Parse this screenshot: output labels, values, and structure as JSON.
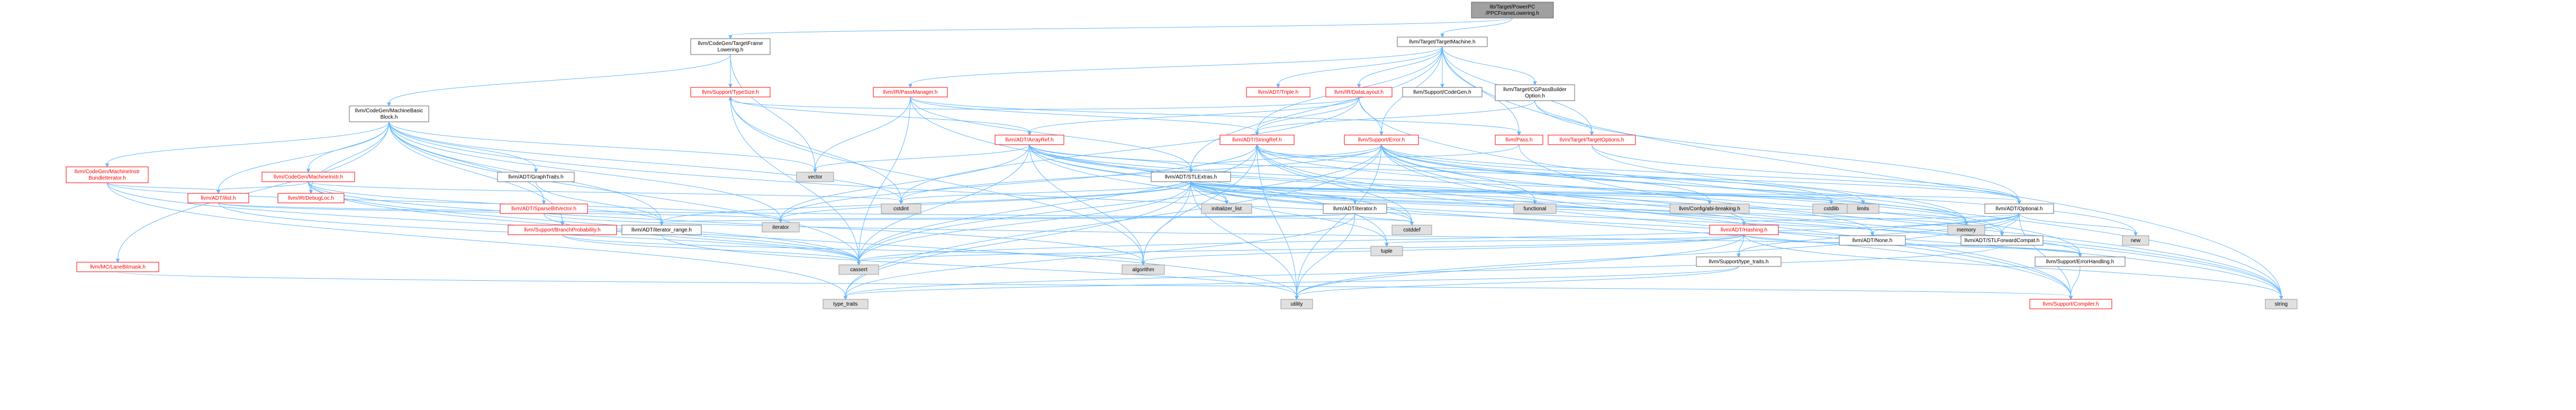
{
  "colors": {
    "edge": "#63b8ff",
    "root_fill": "#a0a0a0",
    "root_border": "#666666",
    "doc_fill": "#ffffff",
    "doc_border": "#666666",
    "doc_text": "#000000",
    "undoc_border": "#ff0000",
    "undoc_text": "#ff0000",
    "system_fill": "#e0e0e0",
    "system_border": "#999999"
  },
  "nodes": [
    {
      "id": "root",
      "lines": [
        "lib/Target/PowerPC",
        "/PPCFrameLowering.h"
      ],
      "kind": "root"
    },
    {
      "id": "tfl",
      "lines": [
        "llvm/CodeGen/TargetFrame",
        "Lowering.h"
      ],
      "kind": "doc"
    },
    {
      "id": "tm",
      "lines": [
        "llvm/Target/TargetMachine.h"
      ],
      "kind": "doc"
    },
    {
      "id": "mbb",
      "lines": [
        "llvm/CodeGen/MachineBasic",
        "Block.h"
      ],
      "kind": "doc"
    },
    {
      "id": "typesize",
      "lines": [
        "llvm/Support/TypeSize.h"
      ],
      "kind": "undoc"
    },
    {
      "id": "passmgr",
      "lines": [
        "llvm/IR/PassManager.h"
      ],
      "kind": "undoc"
    },
    {
      "id": "triple",
      "lines": [
        "llvm/ADT/Triple.h"
      ],
      "kind": "undoc"
    },
    {
      "id": "datalayout",
      "lines": [
        "llvm/IR/DataLayout.h"
      ],
      "kind": "undoc"
    },
    {
      "id": "supcodegen",
      "lines": [
        "llvm/Support/CodeGen.h"
      ],
      "kind": "doc"
    },
    {
      "id": "cgpass",
      "lines": [
        "llvm/Target/CGPassBuilder",
        "Option.h"
      ],
      "kind": "doc"
    },
    {
      "id": "arrayref",
      "lines": [
        "llvm/ADT/ArrayRef.h"
      ],
      "kind": "undoc"
    },
    {
      "id": "error",
      "lines": [
        "llvm/Support/Error.h"
      ],
      "kind": "undoc"
    },
    {
      "id": "stringref",
      "lines": [
        "llvm/ADT/StringRef.h"
      ],
      "kind": "undoc"
    },
    {
      "id": "pass",
      "lines": [
        "llvm/Pass.h"
      ],
      "kind": "undoc"
    },
    {
      "id": "targetopts",
      "lines": [
        "llvm/Target/TargetOptions.h"
      ],
      "kind": "undoc"
    },
    {
      "id": "mibundle",
      "lines": [
        "llvm/CodeGen/MachineInstr",
        "BundleIterator.h"
      ],
      "kind": "undoc"
    },
    {
      "id": "machineinstr",
      "lines": [
        "llvm/CodeGen/MachineInstr.h"
      ],
      "kind": "undoc"
    },
    {
      "id": "graphtraits",
      "lines": [
        "llvm/ADT/GraphTraits.h"
      ],
      "kind": "doc"
    },
    {
      "id": "adtilist",
      "lines": [
        "llvm/ADT/ilist.h"
      ],
      "kind": "undoc"
    },
    {
      "id": "debugloc",
      "lines": [
        "llvm/IR/DebugLoc.h"
      ],
      "kind": "undoc"
    },
    {
      "id": "sparsebv",
      "lines": [
        "llvm/ADT/SparseBitVector.h"
      ],
      "kind": "undoc"
    },
    {
      "id": "branchprob",
      "lines": [
        "llvm/Support/BranchProbability.h"
      ],
      "kind": "undoc"
    },
    {
      "id": "lanebitmask",
      "lines": [
        "llvm/MC/LaneBitmask.h"
      ],
      "kind": "undoc"
    },
    {
      "id": "vector",
      "lines": [
        "vector"
      ],
      "kind": "system"
    },
    {
      "id": "stlextras",
      "lines": [
        "llvm/ADT/STLExtras.h"
      ],
      "kind": "doc"
    },
    {
      "id": "itrange",
      "lines": [
        "llvm/ADT/iterator_range.h"
      ],
      "kind": "doc"
    },
    {
      "id": "adtiterator",
      "lines": [
        "llvm/ADT/iterator.h"
      ],
      "kind": "doc"
    },
    {
      "id": "optional",
      "lines": [
        "llvm/ADT/Optional.h"
      ],
      "kind": "doc"
    },
    {
      "id": "hashing",
      "lines": [
        "llvm/ADT/Hashing.h"
      ],
      "kind": "undoc"
    },
    {
      "id": "none",
      "lines": [
        "llvm/ADT/None.h"
      ],
      "kind": "doc"
    },
    {
      "id": "stlfwd",
      "lines": [
        "llvm/ADT/STLForwardCompat.h"
      ],
      "kind": "doc"
    },
    {
      "id": "typetraits",
      "lines": [
        "llvm/Support/type_traits.h"
      ],
      "kind": "doc"
    },
    {
      "id": "errhandling",
      "lines": [
        "llvm/Support/ErrorHandling.h"
      ],
      "kind": "doc"
    },
    {
      "id": "compiler",
      "lines": [
        "llvm/Support/Compiler.h"
      ],
      "kind": "undoc"
    },
    {
      "id": "abibreak",
      "lines": [
        "llvm/Config/abi-breaking.h"
      ],
      "kind": "system"
    },
    {
      "id": "initlist",
      "lines": [
        "initializer_list"
      ],
      "kind": "system"
    },
    {
      "id": "functional",
      "lines": [
        "functional"
      ],
      "kind": "system"
    },
    {
      "id": "cstdint",
      "lines": [
        "cstdint"
      ],
      "kind": "system"
    },
    {
      "id": "cstddef",
      "lines": [
        "cstddef"
      ],
      "kind": "system"
    },
    {
      "id": "cstdlib",
      "lines": [
        "cstdlib"
      ],
      "kind": "system"
    },
    {
      "id": "limits",
      "lines": [
        "limits"
      ],
      "kind": "system"
    },
    {
      "id": "iterator",
      "lines": [
        "iterator"
      ],
      "kind": "system"
    },
    {
      "id": "memory",
      "lines": [
        "memory"
      ],
      "kind": "system"
    },
    {
      "id": "newh",
      "lines": [
        "new"
      ],
      "kind": "system"
    },
    {
      "id": "tuple",
      "lines": [
        "tuple"
      ],
      "kind": "system"
    },
    {
      "id": "cassert",
      "lines": [
        "cassert"
      ],
      "kind": "system"
    },
    {
      "id": "algorithm",
      "lines": [
        "algorithm"
      ],
      "kind": "system"
    },
    {
      "id": "typetraitsstd",
      "lines": [
        "type_traits"
      ],
      "kind": "system"
    },
    {
      "id": "utility",
      "lines": [
        "utility"
      ],
      "kind": "system"
    },
    {
      "id": "string",
      "lines": [
        "string"
      ],
      "kind": "system"
    }
  ],
  "edges": [
    [
      "root",
      "tfl"
    ],
    [
      "root",
      "tm"
    ],
    [
      "tfl",
      "mbb"
    ],
    [
      "tfl",
      "typesize"
    ],
    [
      "tfl",
      "vector"
    ],
    [
      "tm",
      "triple"
    ],
    [
      "tm",
      "datalayout"
    ],
    [
      "tm",
      "supcodegen"
    ],
    [
      "tm",
      "cgpass"
    ],
    [
      "tm",
      "passmgr"
    ],
    [
      "tm",
      "pass"
    ],
    [
      "tm",
      "error"
    ],
    [
      "tm",
      "targetopts"
    ],
    [
      "tm",
      "stringref"
    ],
    [
      "tm",
      "stlextras"
    ],
    [
      "tm",
      "string"
    ],
    [
      "mbb",
      "mibundle"
    ],
    [
      "mbb",
      "machineinstr"
    ],
    [
      "mbb",
      "graphtraits"
    ],
    [
      "mbb",
      "adtilist"
    ],
    [
      "mbb",
      "debugloc"
    ],
    [
      "mbb",
      "sparsebv"
    ],
    [
      "mbb",
      "branchprob"
    ],
    [
      "mbb",
      "lanebitmask"
    ],
    [
      "mbb",
      "itrange"
    ],
    [
      "mbb",
      "vector"
    ],
    [
      "mbb",
      "cstdint"
    ],
    [
      "mbb",
      "iterator"
    ],
    [
      "mbb",
      "cassert"
    ],
    [
      "mbb",
      "string"
    ],
    [
      "typesize",
      "arrayref"
    ],
    [
      "typesize",
      "cstdint"
    ],
    [
      "typesize",
      "cassert"
    ],
    [
      "typesize",
      "algorithm"
    ],
    [
      "passmgr",
      "stlextras"
    ],
    [
      "passmgr",
      "stringref"
    ],
    [
      "passmgr",
      "pass"
    ],
    [
      "passmgr",
      "vector"
    ],
    [
      "passmgr",
      "cassert"
    ],
    [
      "passmgr",
      "tuple"
    ],
    [
      "passmgr",
      "type_traits"
    ],
    [
      "datalayout",
      "arrayref"
    ],
    [
      "datalayout",
      "stringref"
    ],
    [
      "datalayout",
      "typesize"
    ],
    [
      "datalayout",
      "cstdint"
    ],
    [
      "datalayout",
      "error"
    ],
    [
      "datalayout",
      "string"
    ],
    [
      "cgpass",
      "optional"
    ],
    [
      "cgpass",
      "targetopts"
    ],
    [
      "cgpass",
      "stringref"
    ],
    [
      "arrayref",
      "vector"
    ],
    [
      "arrayref",
      "stlextras"
    ],
    [
      "arrayref",
      "hashing"
    ],
    [
      "arrayref",
      "none"
    ],
    [
      "arrayref",
      "optional"
    ],
    [
      "arrayref",
      "compiler"
    ],
    [
      "arrayref",
      "algorithm"
    ],
    [
      "arrayref",
      "array"
    ],
    [
      "arrayref",
      "cassert"
    ],
    [
      "arrayref",
      "cstddef"
    ],
    [
      "arrayref",
      "initlist"
    ],
    [
      "arrayref",
      "iterator"
    ],
    [
      "arrayref",
      "memory"
    ],
    [
      "error",
      "stlextras"
    ],
    [
      "error",
      "abibreak"
    ],
    [
      "error",
      "stringref"
    ],
    [
      "error",
      "compiler"
    ],
    [
      "error",
      "errhandling"
    ],
    [
      "error",
      "typetraitsstd"
    ],
    [
      "error",
      "cassert"
    ],
    [
      "error",
      "cstdint"
    ],
    [
      "error",
      "cstdlib"
    ],
    [
      "error",
      "functional"
    ],
    [
      "error",
      "memory"
    ],
    [
      "error",
      "newh"
    ],
    [
      "error",
      "optional"
    ],
    [
      "error",
      "string"
    ],
    [
      "error",
      "utility"
    ],
    [
      "stringref",
      "stlfwd"
    ],
    [
      "stringref",
      "iterator"
    ],
    [
      "stringref",
      "limits"
    ],
    [
      "stringref",
      "compiler"
    ],
    [
      "stringref",
      "string"
    ],
    [
      "stringref",
      "utility"
    ],
    [
      "stringref",
      "algorithm"
    ],
    [
      "stringref",
      "cstddef"
    ],
    [
      "stringref",
      "cassert"
    ],
    [
      "pass",
      "stringref"
    ],
    [
      "pass",
      "string"
    ],
    [
      "targetopts",
      "optional"
    ],
    [
      "targetopts",
      "memory"
    ],
    [
      "mibundle",
      "adtilist"
    ],
    [
      "mibundle",
      "cassert"
    ],
    [
      "mibundle",
      "iterator"
    ],
    [
      "mibundle",
      "typetraitsstd"
    ],
    [
      "machineinstr",
      "adtilist"
    ],
    [
      "machineinstr",
      "debugloc"
    ],
    [
      "machineinstr",
      "itrange"
    ],
    [
      "machineinstr",
      "algorithm"
    ],
    [
      "machineinstr",
      "cassert"
    ],
    [
      "machineinstr",
      "cstdint"
    ],
    [
      "machineinstr",
      "utility"
    ],
    [
      "graphtraits",
      "itrange"
    ],
    [
      "adtilist",
      "iterator"
    ],
    [
      "adtilist",
      "cassert"
    ],
    [
      "adtilist",
      "cstddef"
    ],
    [
      "sparsebv",
      "errhandling"
    ],
    [
      "sparsebv",
      "cassert"
    ],
    [
      "branchprob",
      "algorithm"
    ],
    [
      "branchprob",
      "cassert"
    ],
    [
      "lanebitmask",
      "compiler"
    ],
    [
      "stlextras",
      "abibreak"
    ],
    [
      "stlextras",
      "adtiterator"
    ],
    [
      "stlextras",
      "itrange"
    ],
    [
      "stlextras",
      "optional"
    ],
    [
      "stlextras",
      "stlfwd"
    ],
    [
      "stlextras",
      "hashing"
    ],
    [
      "stlextras",
      "none"
    ],
    [
      "stlextras",
      "errhandling"
    ],
    [
      "stlextras",
      "algorithm"
    ],
    [
      "stlextras",
      "cassert"
    ],
    [
      "stlextras",
      "cstddef"
    ],
    [
      "stlextras",
      "cstdint"
    ],
    [
      "stlextras",
      "cstdlib"
    ],
    [
      "stlextras",
      "functional"
    ],
    [
      "stlextras",
      "initlist"
    ],
    [
      "stlextras",
      "iterator"
    ],
    [
      "stlextras",
      "limits"
    ],
    [
      "stlextras",
      "memory"
    ],
    [
      "stlextras",
      "tuple"
    ],
    [
      "stlextras",
      "typetraitsstd"
    ],
    [
      "stlextras",
      "utility"
    ],
    [
      "itrange",
      "utility"
    ],
    [
      "adtiterator",
      "itrange"
    ],
    [
      "adtiterator",
      "cstddef"
    ],
    [
      "adtiterator",
      "iterator"
    ],
    [
      "adtiterator",
      "typetraitsstd"
    ],
    [
      "adtiterator",
      "utility"
    ],
    [
      "optional",
      "hashing"
    ],
    [
      "optional",
      "none"
    ],
    [
      "optional",
      "stlfwd"
    ],
    [
      "optional",
      "compiler"
    ],
    [
      "optional",
      "typetraits"
    ],
    [
      "optional",
      "cassert"
    ],
    [
      "optional",
      "memory"
    ],
    [
      "optional",
      "newh"
    ],
    [
      "optional",
      "utility"
    ],
    [
      "hashing",
      "errhandling"
    ],
    [
      "hashing",
      "typetraits"
    ],
    [
      "hashing",
      "algorithm"
    ],
    [
      "hashing",
      "cassert"
    ],
    [
      "hashing",
      "cstring"
    ],
    [
      "hashing",
      "string"
    ],
    [
      "hashing",
      "tuple"
    ],
    [
      "hashing",
      "utility"
    ],
    [
      "stlfwd",
      "typetraitsstd"
    ],
    [
      "typetraits",
      "typetraitsstd"
    ],
    [
      "typetraits",
      "utility"
    ],
    [
      "errhandling",
      "compiler"
    ]
  ]
}
